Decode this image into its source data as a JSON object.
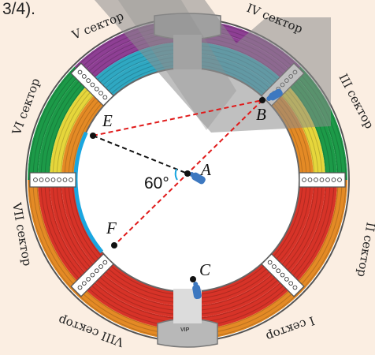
{
  "top_text": "3/4).",
  "sectors": [
    {
      "id": "I",
      "label": "I сектор"
    },
    {
      "id": "II",
      "label": "II сектор"
    },
    {
      "id": "III",
      "label": "III сектор"
    },
    {
      "id": "IV",
      "label": "IV сектор"
    },
    {
      "id": "V",
      "label": "V сектор"
    },
    {
      "id": "VI",
      "label": "VI сектор"
    },
    {
      "id": "VII",
      "label": "VII сектор"
    },
    {
      "id": "VIII",
      "label": "VIII сектор"
    }
  ],
  "points": {
    "A": "A",
    "B": "B",
    "C": "C",
    "E": "E",
    "F": "F"
  },
  "angle_label": "60°",
  "vip_label": "VIP",
  "colors": {
    "background": "#fbeee2",
    "arena_ring": "#ffffff",
    "violet": "#8e3f94",
    "cyan": "#2fa8c2",
    "green": "#1c9a48",
    "yellow": "#e6d63b",
    "orange": "#e48a25",
    "red": "#d73328",
    "arc_highlight": "#1aa6e0",
    "dashed_red": "#e01a1a",
    "dashed_black": "#111111"
  }
}
